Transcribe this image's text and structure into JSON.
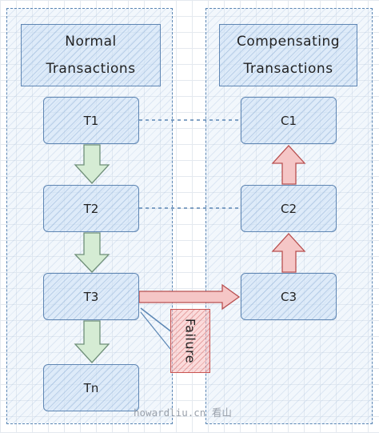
{
  "normal": {
    "header": [
      "Normal",
      "Transactions"
    ],
    "nodes": [
      "T1",
      "T2",
      "T3",
      "Tn"
    ]
  },
  "compensating": {
    "header": [
      "Compensating",
      "Transactions"
    ],
    "nodes": [
      "C1",
      "C2",
      "C3"
    ]
  },
  "failure_label": "Failure",
  "watermark": "howardliu.cn 看山",
  "colors": {
    "panel_border": "#5b86b4",
    "node_fill": "#d6e6f7",
    "down_arrow": "#d5ecd4",
    "red_arrow": "#f5c6c6",
    "dashed_connector": "#5b86b4"
  }
}
